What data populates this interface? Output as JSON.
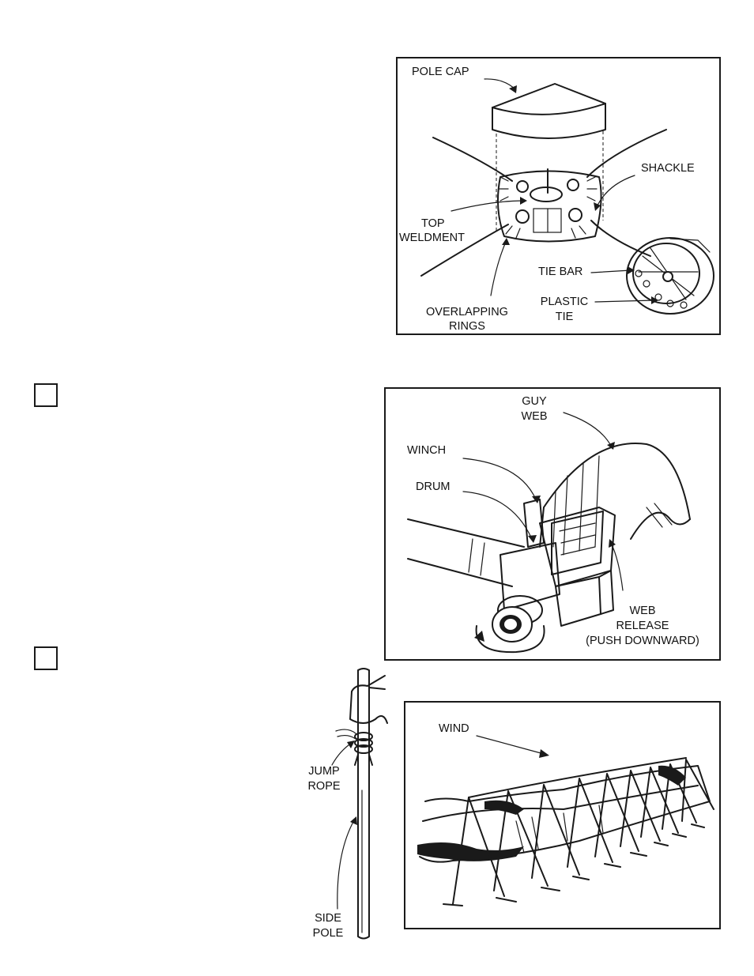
{
  "figure_pole_cap": {
    "pole_cap": "POLE CAP",
    "shackle": "SHACKLE",
    "top_weldment": [
      "TOP",
      "WELDMENT"
    ],
    "tie_bar": "TIE BAR",
    "plastic_tie": [
      "PLASTIC",
      "TIE"
    ],
    "overlapping_rings": [
      "OVERLAPPING",
      "RINGS"
    ]
  },
  "figure_winch": {
    "guy_web": [
      "GUY",
      "WEB"
    ],
    "winch": "WINCH",
    "drum": "DRUM",
    "web_release": [
      "WEB",
      "RELEASE",
      "(PUSH DOWNWARD)"
    ]
  },
  "figure_side_pole": {
    "jump_rope": [
      "JUMP",
      "ROPE"
    ],
    "side_pole": [
      "SIDE",
      "POLE"
    ]
  },
  "figure_wind": {
    "wind": "WIND"
  },
  "checkboxes": [
    {
      "checked": false
    },
    {
      "checked": false
    }
  ]
}
